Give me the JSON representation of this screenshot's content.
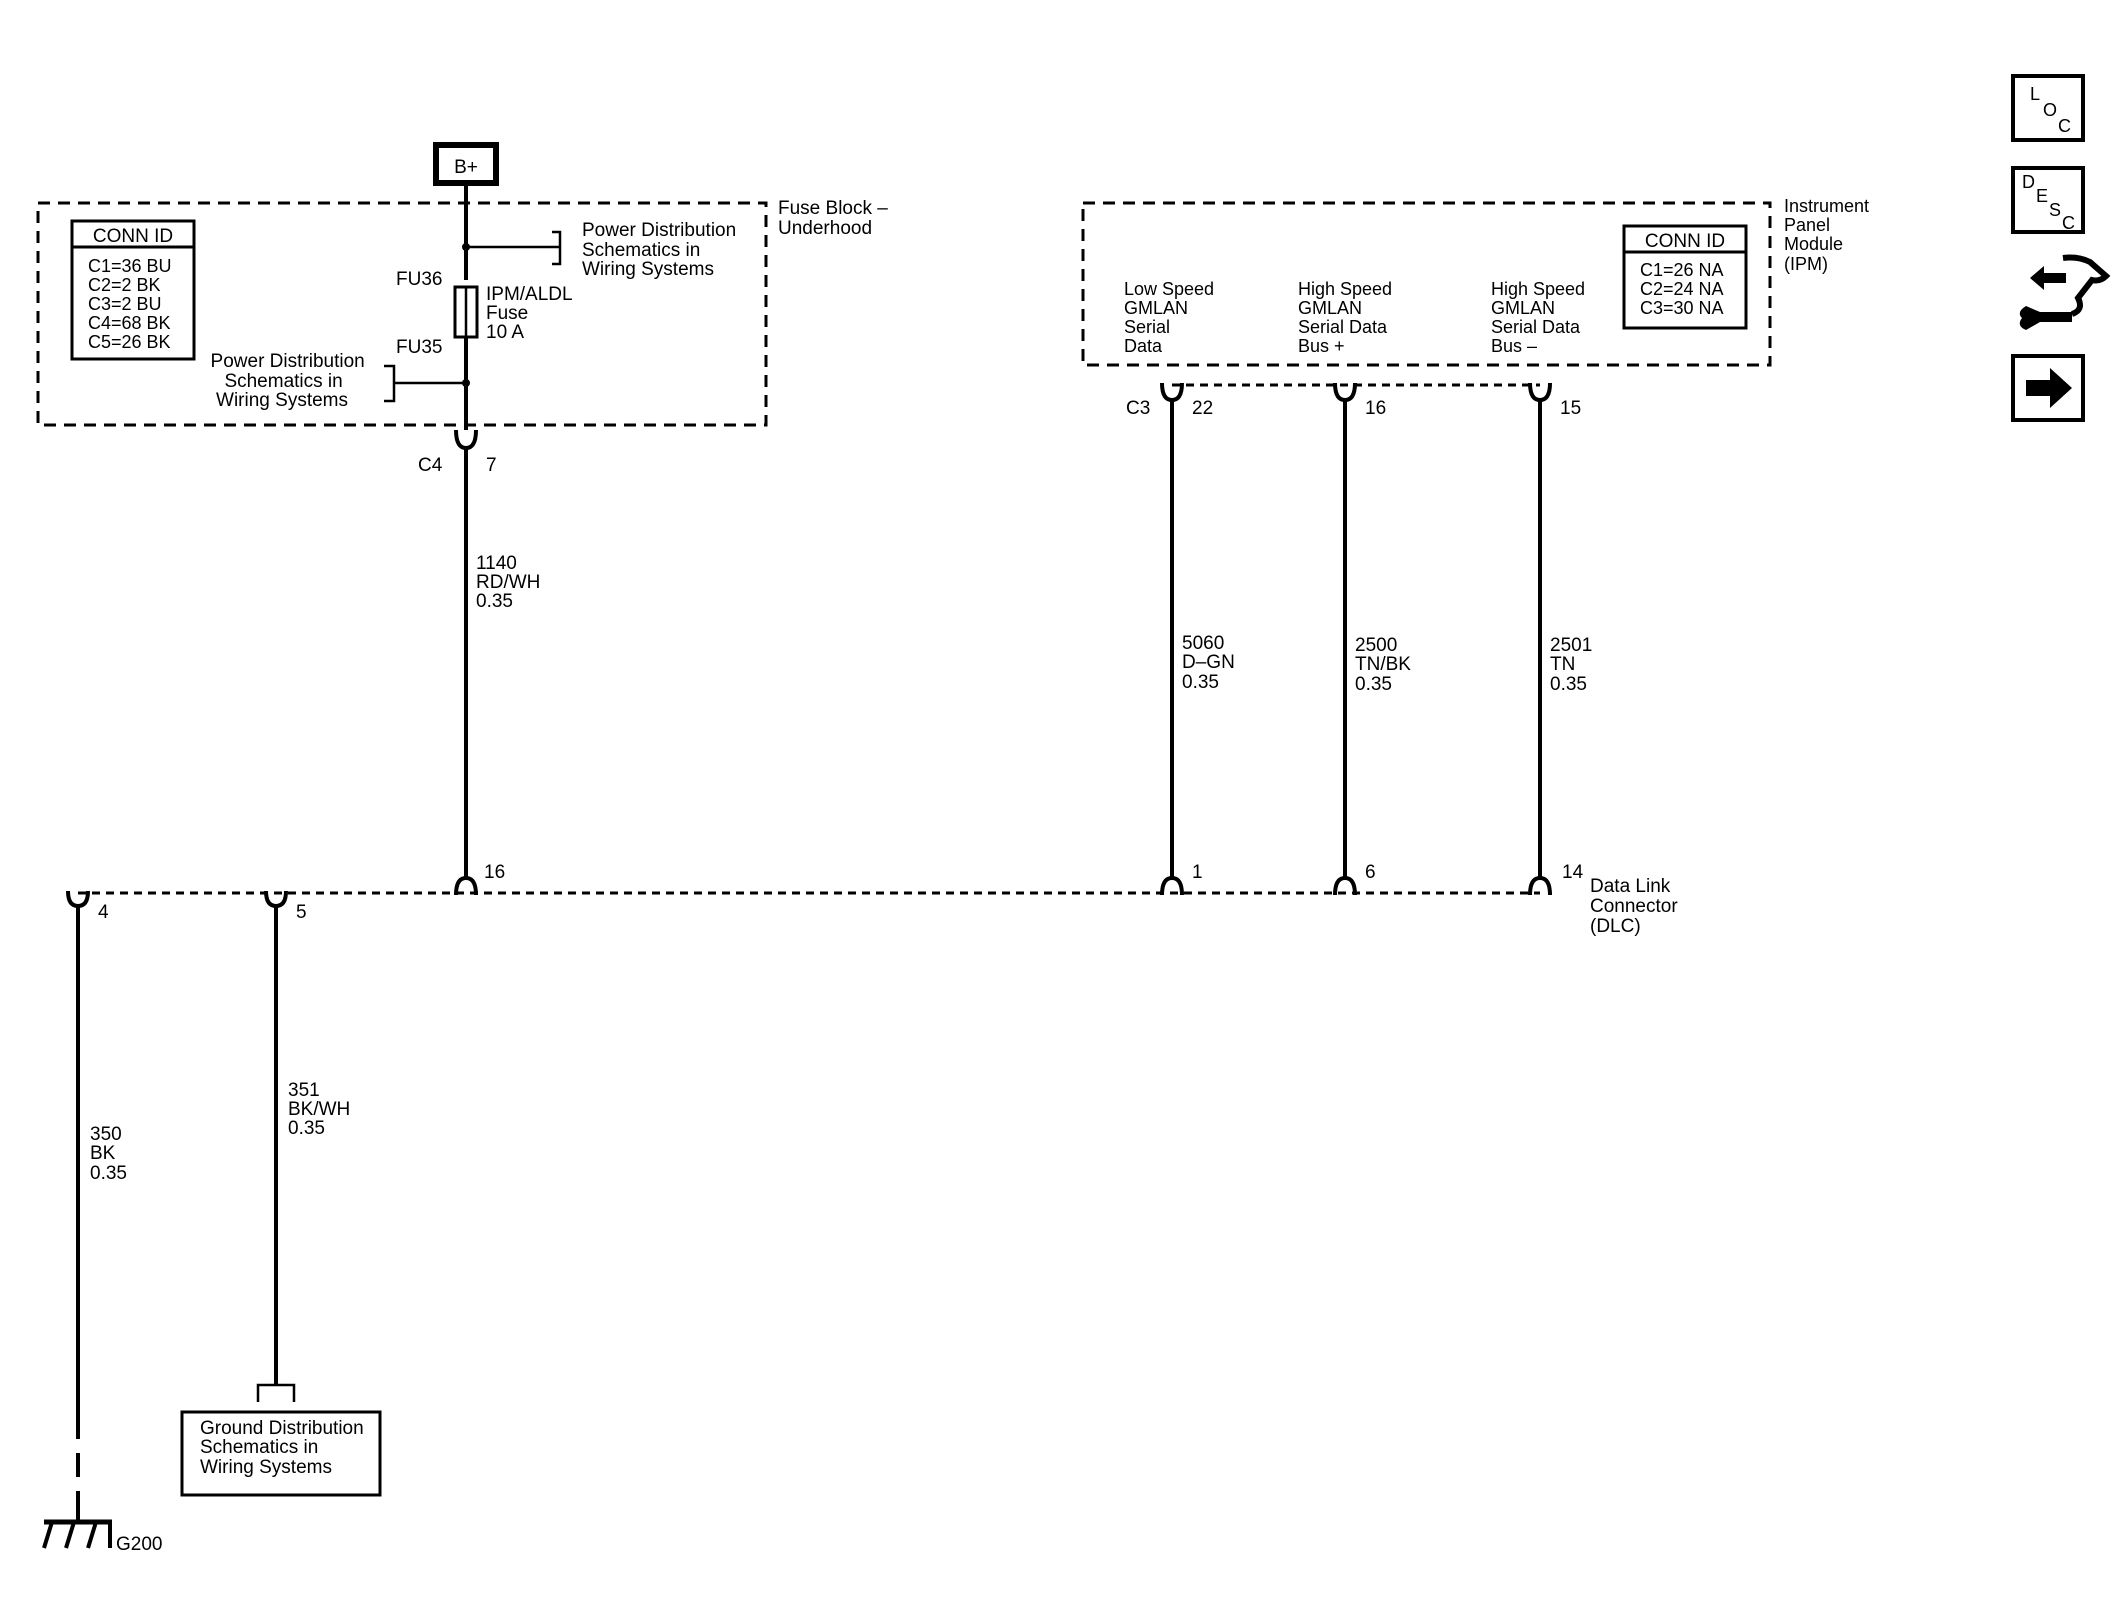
{
  "power_source": {
    "label": "B+"
  },
  "fuse_block": {
    "title_lines": [
      "Fuse Block –",
      "Underhood"
    ],
    "conn_id": {
      "header": "CONN ID",
      "rows": [
        "C1=36 BU",
        "C2=2 BK",
        "C3=2 BU",
        "C4=68 BK",
        "C5=26 BK"
      ]
    },
    "fu36": "FU36",
    "fu35": "FU35",
    "fuse_lines": [
      "IPM/ALDL",
      "Fuse",
      "10 A"
    ],
    "power_ref_top": [
      "Power Distribution",
      "Schematics in",
      "Wiring Systems"
    ],
    "power_ref_left": [
      "Power Distribution",
      "Schematics in",
      "Wiring Systems"
    ],
    "connector": "C4",
    "pin": "7"
  },
  "wire_1140": [
    "1140",
    "RD/WH",
    "0.35"
  ],
  "ipm": {
    "title_lines": [
      "Instrument",
      "Panel",
      "Module",
      "(IPM)"
    ],
    "conn_id": {
      "header": "CONN ID",
      "rows": [
        "C1=26 NA",
        "C2=24 NA",
        "C3=30 NA"
      ]
    },
    "circuits": [
      {
        "lines": [
          "Low Speed",
          "GMLAN",
          "Serial",
          "Data"
        ],
        "pin": "22"
      },
      {
        "lines": [
          "High Speed",
          "GMLAN",
          "Serial Data",
          "Bus +"
        ],
        "pin": "16"
      },
      {
        "lines": [
          "High Speed",
          "GMLAN",
          "Serial Data",
          "Bus –"
        ],
        "pin": "15"
      }
    ],
    "connector": "C3"
  },
  "wires_ipm": [
    [
      "5060",
      "D–GN",
      "0.35"
    ],
    [
      "2500",
      "TN/BK",
      "0.35"
    ],
    [
      "2501",
      "TN",
      "0.35"
    ]
  ],
  "dlc": {
    "title_lines": [
      "Data Link",
      "Connector",
      "(DLC)"
    ],
    "pins": {
      "p4": "4",
      "p5": "5",
      "p16": "16",
      "p1": "1",
      "p6": "6",
      "p14": "14"
    }
  },
  "wire_350": [
    "350",
    "BK",
    "0.35"
  ],
  "wire_351": [
    "351",
    "BK/WH",
    "0.35"
  ],
  "ground_ref": [
    "Ground Distribution",
    "Schematics in",
    "Wiring Systems"
  ],
  "ground": {
    "label": "G200"
  },
  "nav": {
    "loc": [
      "L",
      "O",
      "C"
    ],
    "desc": [
      "D",
      "E",
      "S",
      "C"
    ]
  }
}
